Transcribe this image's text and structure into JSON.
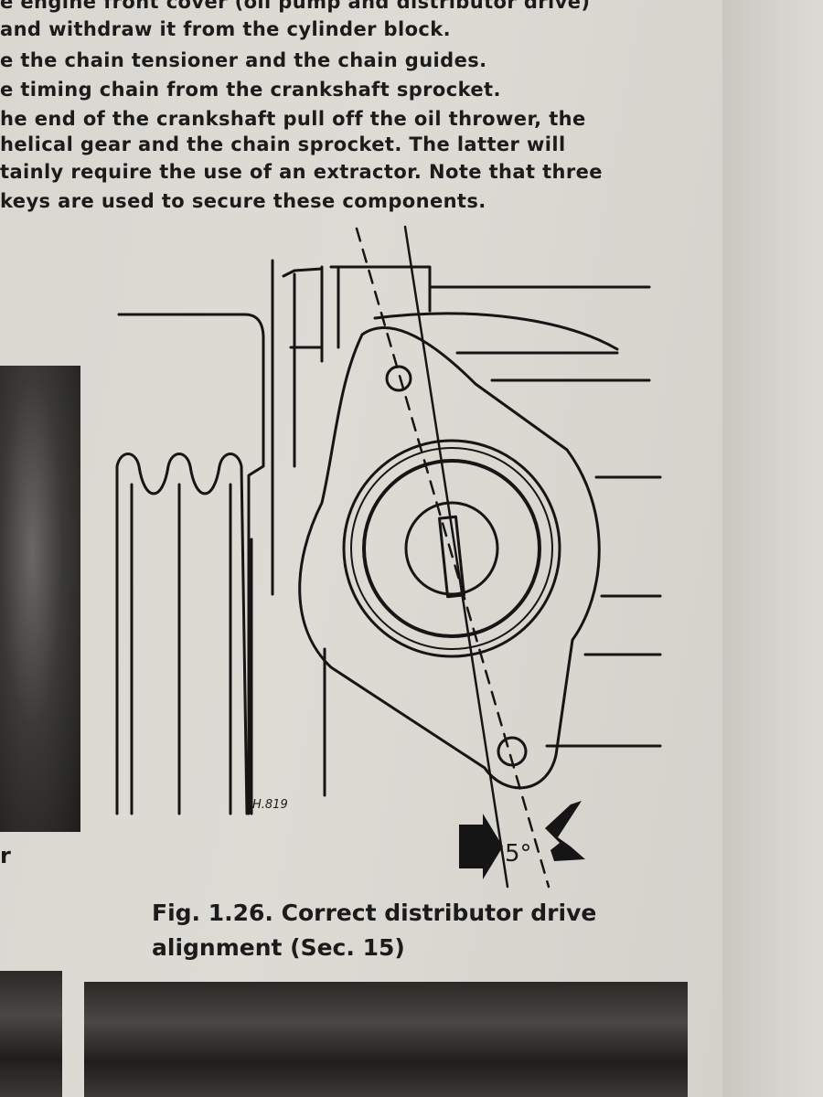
{
  "body_text": {
    "lines": [
      "e engine front cover (oil pump and distributor drive)",
      "and withdraw it from the cylinder block.",
      "e the chain tensioner and the chain guides.",
      "e timing chain from the crankshaft sprocket.",
      "he end of the crankshaft pull off the oil thrower, the",
      " helical gear and the chain sprocket. The latter will",
      "tainly require the use of an extractor. Note that three",
      "keys are used to secure these components."
    ]
  },
  "figure": {
    "drawing_ref": "H.819",
    "angle_label": "5°",
    "caption_line1": "Fig. 1.26. Correct distributor drive",
    "caption_line2": "alignment (Sec. 15)"
  },
  "left_margin_fragment": "r"
}
